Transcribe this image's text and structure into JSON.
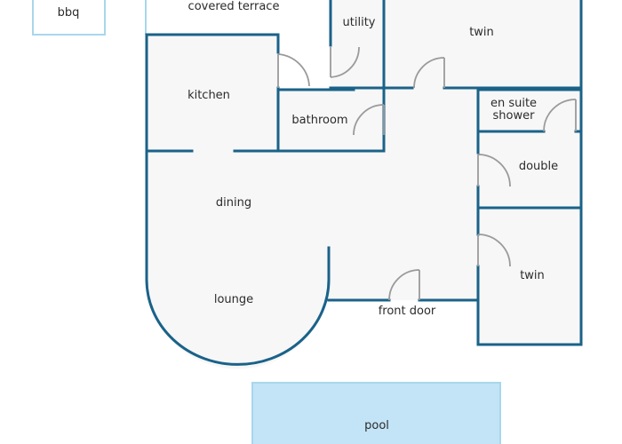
{
  "colors": {
    "wall": "#1a6289",
    "floor": "#f7f7f7",
    "outdoor_outline": "#a9d6ec",
    "pool_fill": "#c2e4f6",
    "pool_outline": "#a9d6ec",
    "door": "#9a9a9a",
    "label": "#2b2b2b"
  },
  "rooms": {
    "bbq": "bbq",
    "covered_terrace": "covered terrace",
    "utility": "utility",
    "twin_top": "twin",
    "kitchen": "kitchen",
    "bathroom": "bathroom",
    "en_suite_line1": "en suite",
    "en_suite_line2": "shower",
    "double": "double",
    "dining": "dining",
    "twin_bottom": "twin",
    "lounge": "lounge",
    "front_door": "front door",
    "pool": "pool"
  }
}
